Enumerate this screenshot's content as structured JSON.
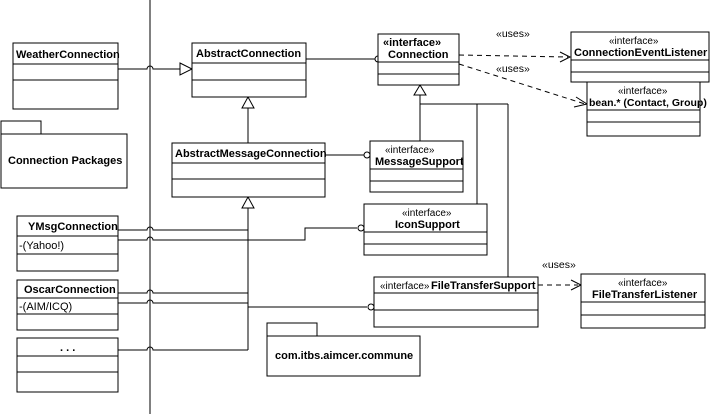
{
  "classes": {
    "weather": {
      "name": "WeatherConnection"
    },
    "abstract_connection": {
      "name": "AbstractConnection"
    },
    "abstract_message_connection": {
      "name": "AbstractMessageConnection"
    },
    "ymsg": {
      "name": "YMsgConnection",
      "attr": "-(Yahoo!)"
    },
    "oscar": {
      "name": "OscarConnection",
      "attr": "-(AIM/ICQ)"
    },
    "more": {
      "name": ". . ."
    }
  },
  "interfaces": {
    "stereotype": "«interface»",
    "connection": {
      "name": "Connection"
    },
    "connection_event_listener": {
      "name": "ConnectionEventListener"
    },
    "bean": {
      "name": "bean.* (Contact, Group)"
    },
    "message_support": {
      "name": "MessageSupport"
    },
    "icon_support": {
      "name": "IconSupport"
    },
    "file_transfer_support": {
      "name": "FileTransferSupport"
    },
    "file_transfer_listener": {
      "name": "FileTransferListener"
    }
  },
  "packages": {
    "connection_packages": {
      "name": "Connection Packages"
    },
    "commune": {
      "name": "com.itbs.aimcer.commune"
    }
  },
  "relations": {
    "uses": "«uses»"
  }
}
